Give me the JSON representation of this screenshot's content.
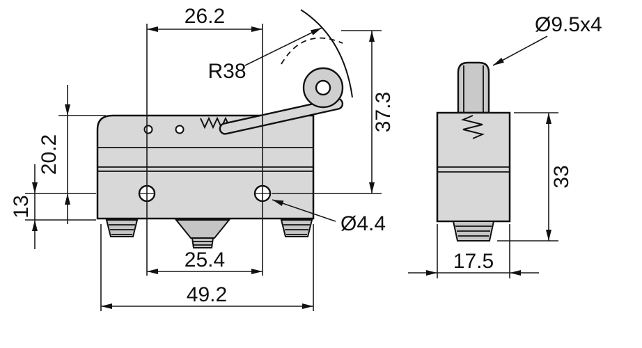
{
  "drawing": {
    "title": "micro-switch-dimension-drawing",
    "front": {
      "top_offset": "26.2",
      "hole_spacing": "25.4",
      "overall_width": "49.2",
      "roller_height": "37.3",
      "upper_height": "20.2",
      "base_height": "13",
      "lever_radius": "R38",
      "hole_diameter": "Ø4.4"
    },
    "side": {
      "roller_size": "Ø9.5x4",
      "overall_height": "33",
      "overall_width": "17.5"
    },
    "colors": {
      "line": "#1a1a1a",
      "body_fill": "#d8d8d8",
      "roller_fill": "#c9c9c9",
      "terminal_fill": "#c5c5c5",
      "background": "#ffffff"
    }
  }
}
